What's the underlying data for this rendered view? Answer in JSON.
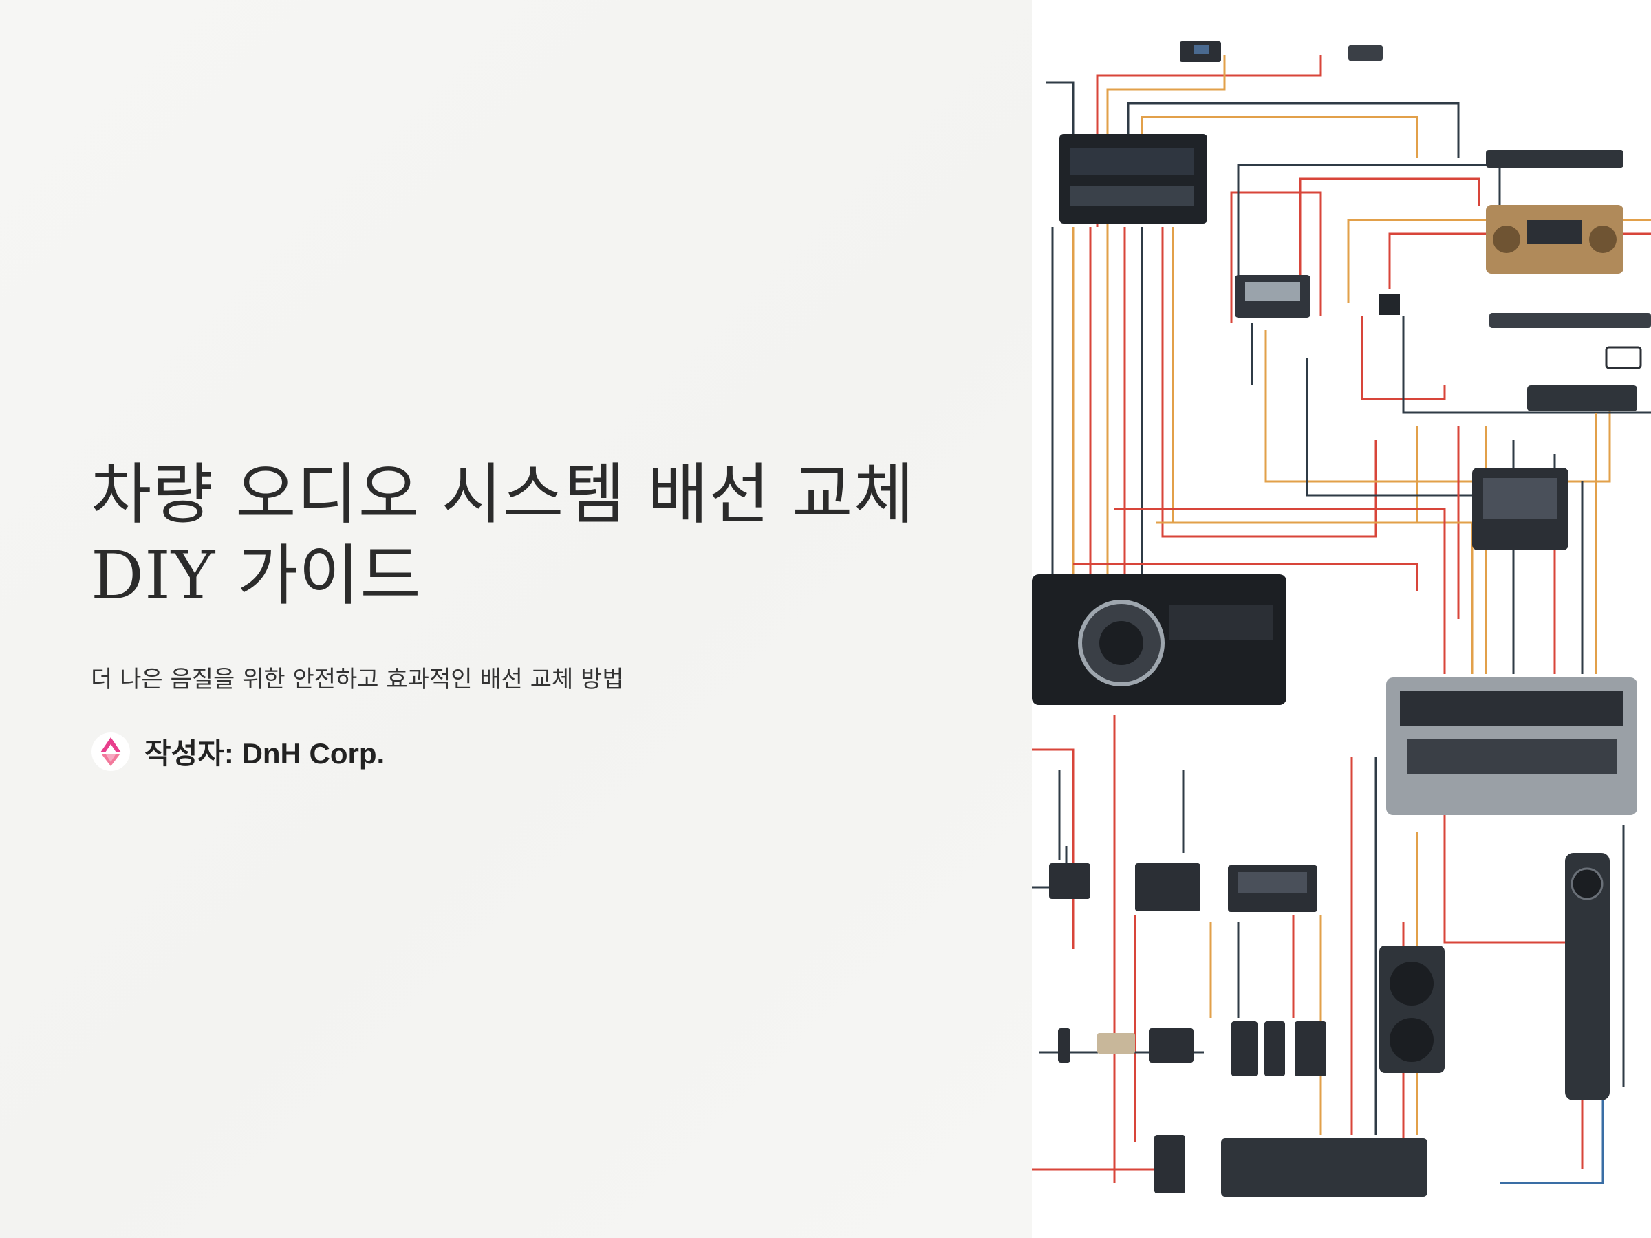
{
  "title_lines": [
    "차량 오디오 시스템 배선 교체",
    "DIY 가이드"
  ],
  "subtitle": "더 나은 음질을 위한 안전하고 효과적인 배선 교체 방법",
  "author": "작성자: DnH Corp.",
  "icons": {
    "logo": "dnh-logo-icon"
  },
  "colors": {
    "wire_red": "#d8453a",
    "wire_orange": "#e2a04a",
    "wire_dark": "#2f3b46",
    "wire_blue": "#3a6ea5",
    "logo_pink": "#e83e8c"
  }
}
